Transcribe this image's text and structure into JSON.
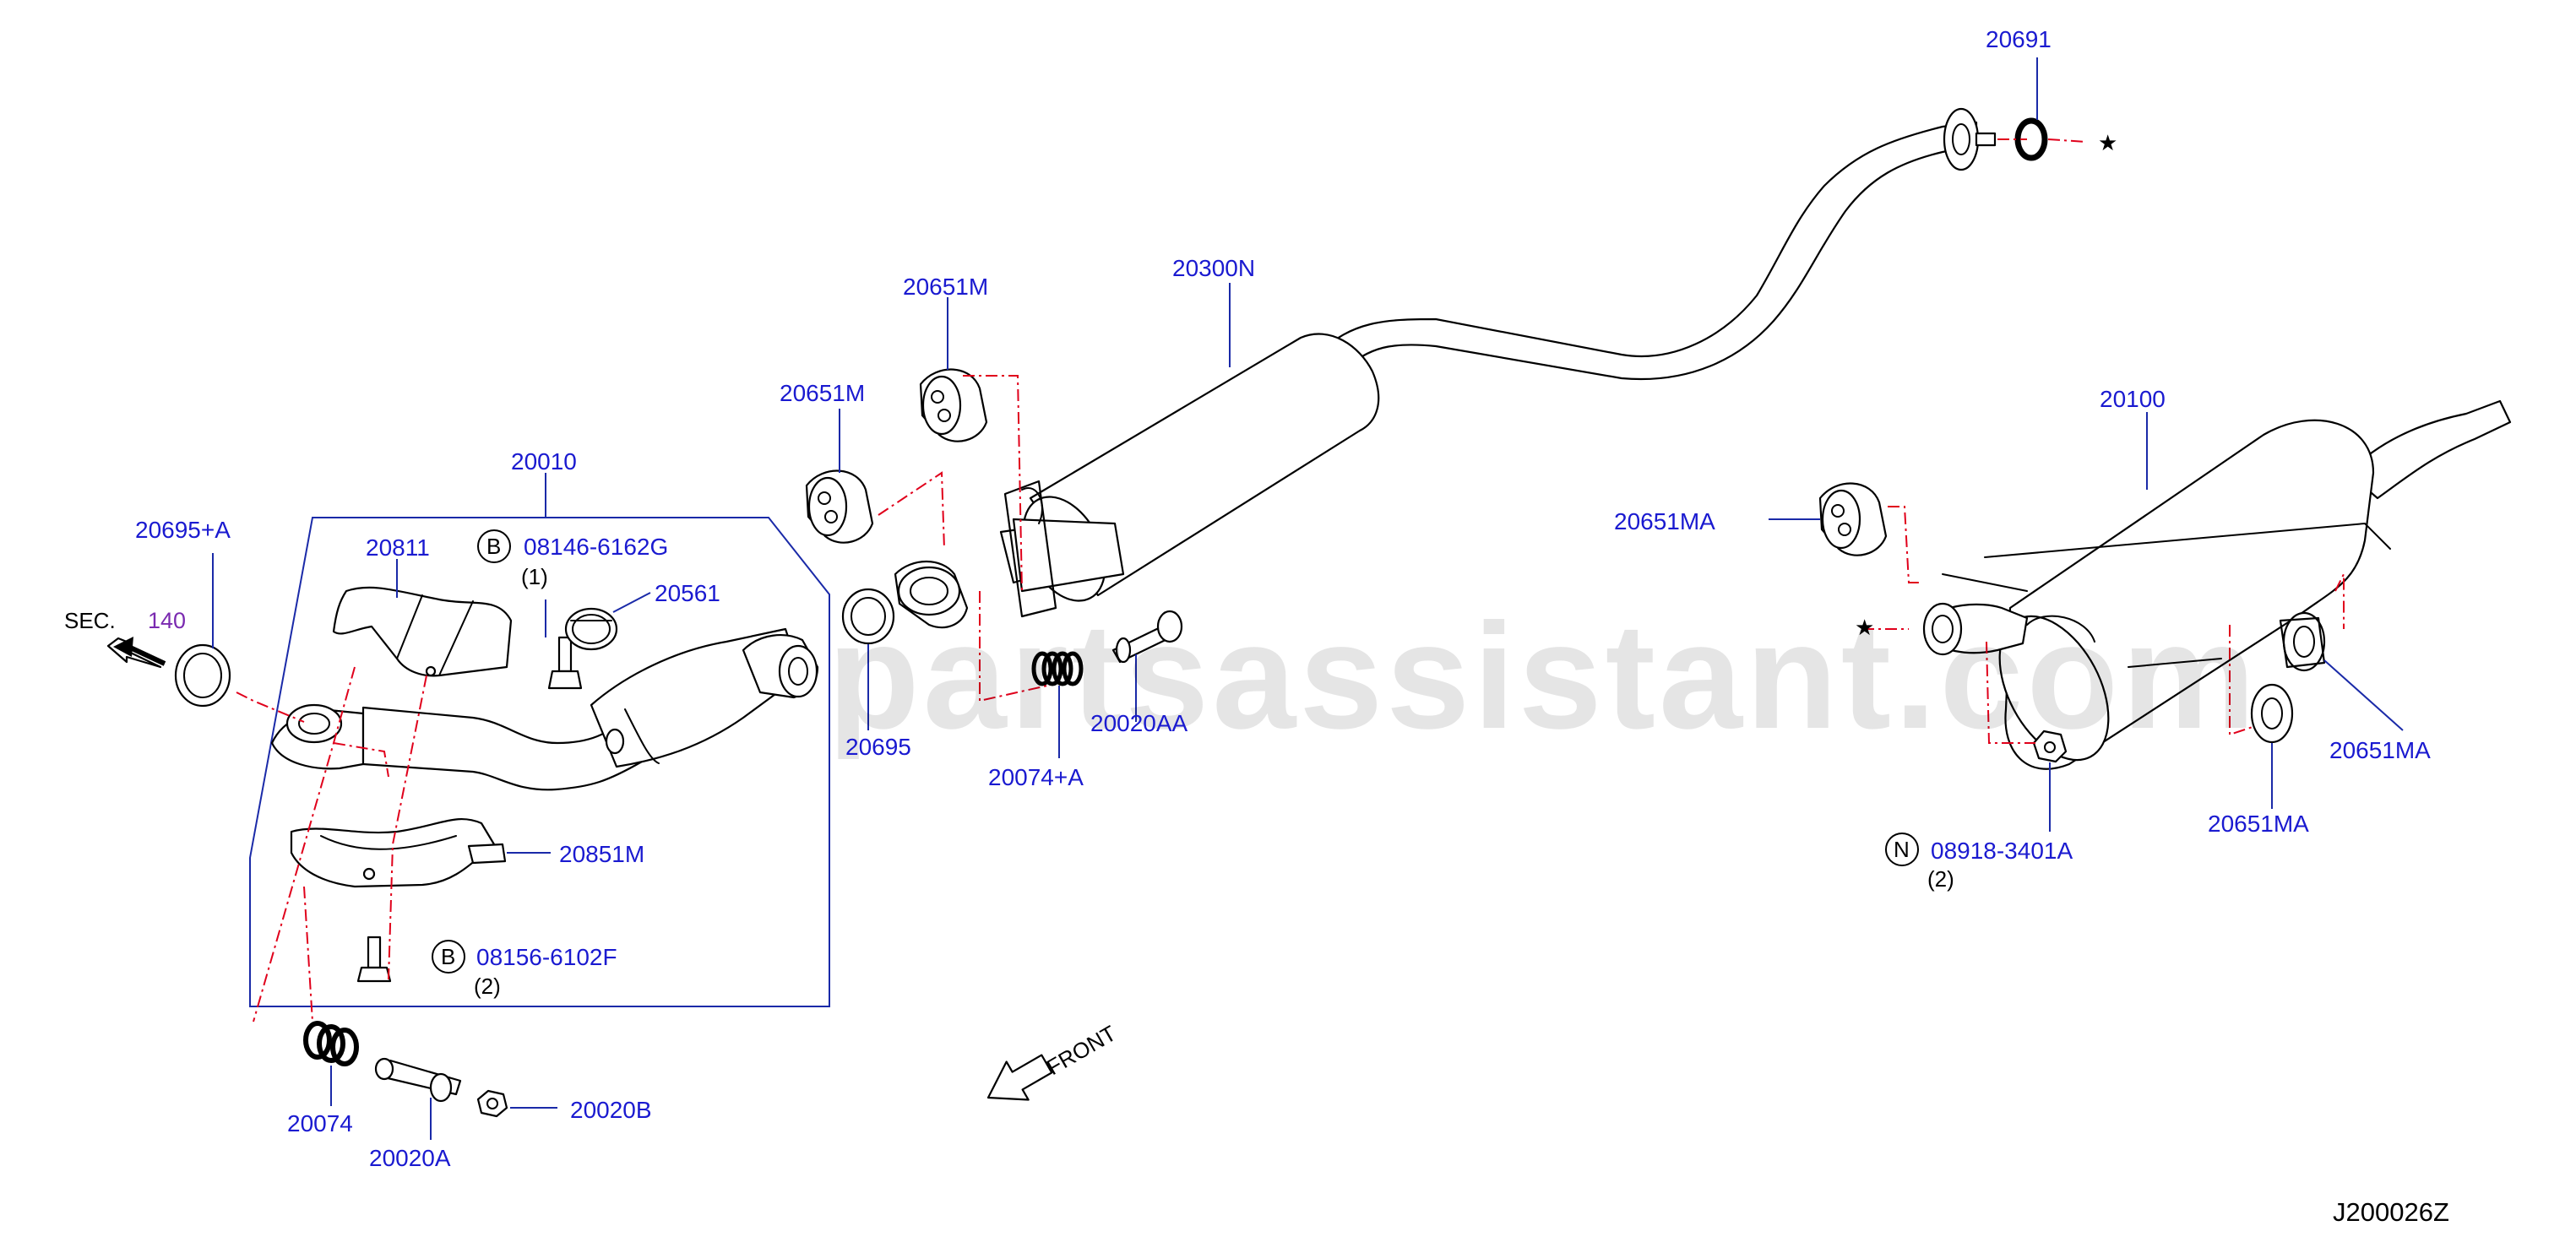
{
  "watermark": "partsassistant.com",
  "diagram_code": "J200026Z",
  "front_label": "FRONT",
  "section": {
    "prefix": "SEC.",
    "number": "140"
  },
  "parts": {
    "p20691": "20691",
    "p20300N": "20300N",
    "p20651M_top": "20651M",
    "p20651M_mid": "20651M",
    "p20010": "20010",
    "p20695A": "20695+A",
    "p20811": "20811",
    "p08146": "08146-6162G",
    "p08146_qty": "(1)",
    "p20561": "20561",
    "p20695": "20695",
    "p20074A": "20074+A",
    "p20020AA": "20020AA",
    "p20851M": "20851M",
    "p08156": "08156-6102F",
    "p08156_qty": "(2)",
    "p20074": "20074",
    "p20020A": "20020A",
    "p20020B": "20020B",
    "p20100": "20100",
    "p20651MA_left": "20651MA",
    "p20651MA_right": "20651MA",
    "p20651MA_bottom": "20651MA",
    "p08918": "08918-3401A",
    "p08918_qty": "(2)"
  },
  "callout_letters": {
    "bolt": "B",
    "nut": "N"
  },
  "star": "★",
  "colors": {
    "label": "#1a1ad0",
    "leader": "#1a2aa8",
    "reference_line": "#e0001b",
    "section_ref": "#7a2ab0"
  }
}
